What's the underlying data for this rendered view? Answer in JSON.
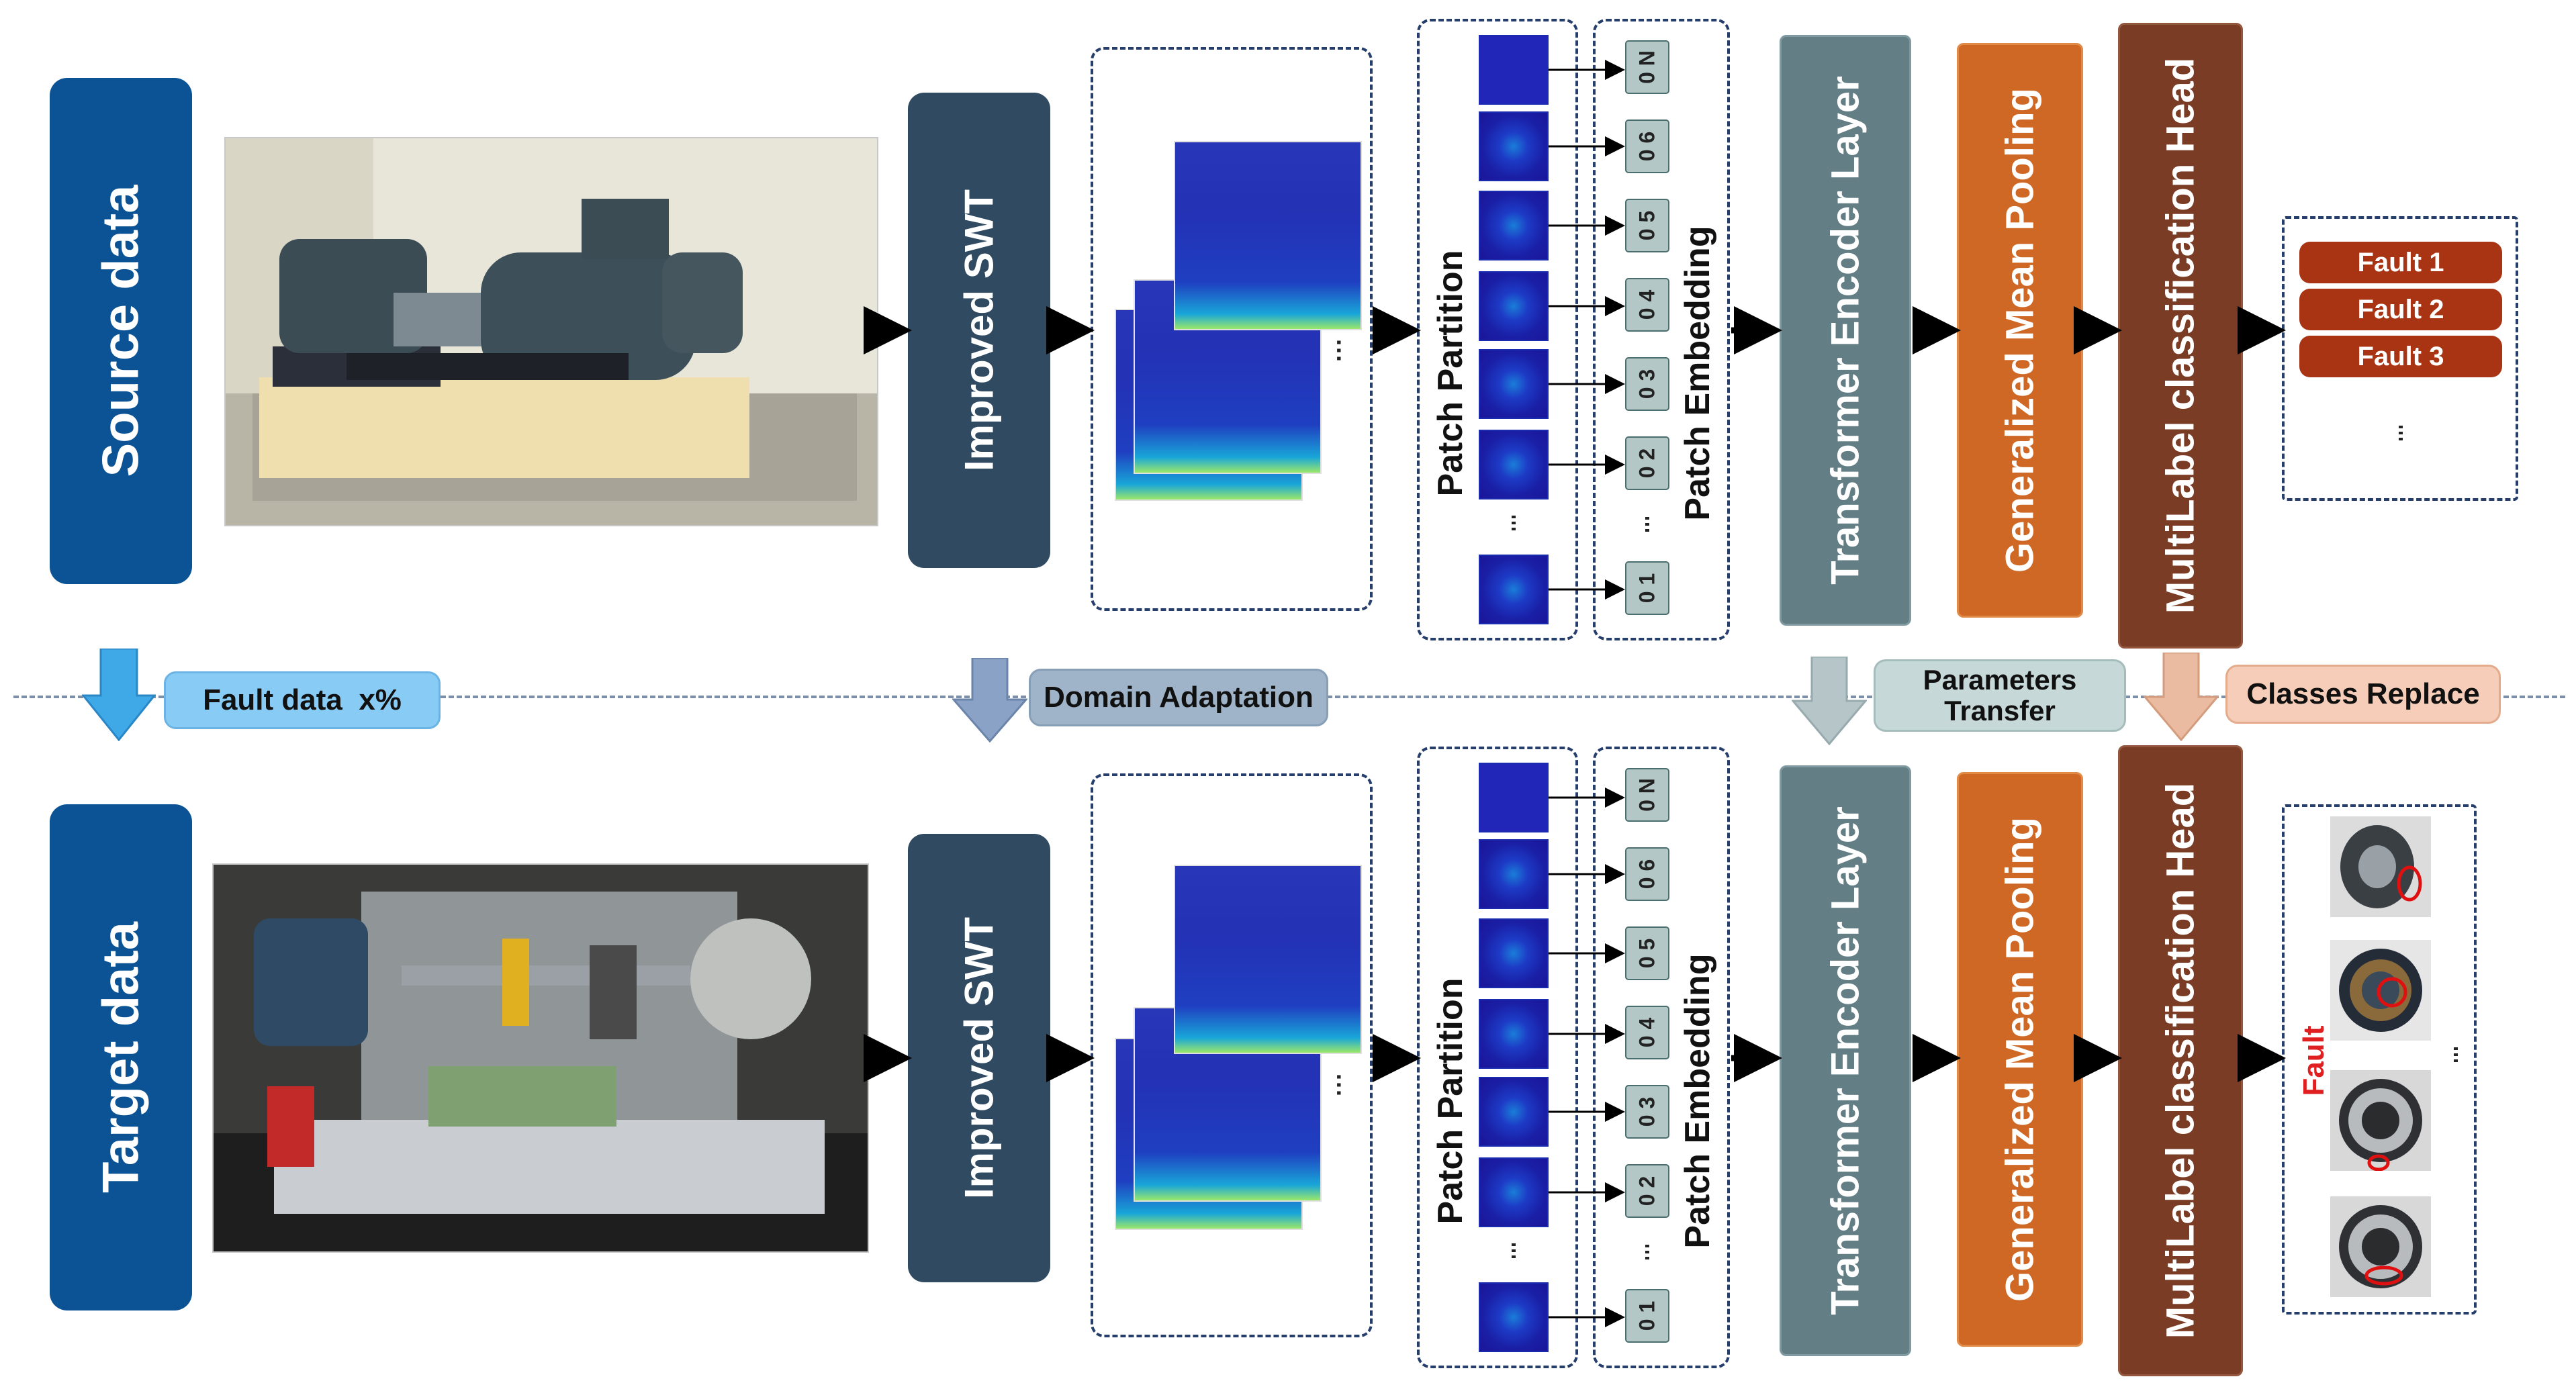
{
  "source_row": {
    "label": "Source data",
    "swt_label": "Improved SWT",
    "patch_partition_label": "Patch Partition",
    "patch_embedding_label": "Patch Embedding",
    "patch_ids": [
      "0 N",
      "0 6",
      "0 5",
      "0 4",
      "0 3",
      "0 2",
      "0 1"
    ],
    "transformer_label": "Transformer Encoder Layer",
    "pooling_label": "Generalized Mean Pooling",
    "head_label": "MultiLabel classification Head",
    "faults": [
      "Fault 1",
      "Fault 2",
      "Fault 3"
    ]
  },
  "target_row": {
    "label": "Target data",
    "swt_label": "Improved SWT",
    "patch_partition_label": "Patch Partition",
    "patch_embedding_label": "Patch Embedding",
    "patch_ids": [
      "0 N",
      "0 6",
      "0 5",
      "0 4",
      "0 3",
      "0 2",
      "0 1"
    ],
    "transformer_label": "Transformer Encoder Layer",
    "pooling_label": "Generalized Mean Pooling",
    "head_label": "MultiLabel classification Head",
    "fault_label": "Fault"
  },
  "transfer_row": {
    "fault_data": "Fault data  x%",
    "domain_adaptation": "Domain Adaptation",
    "parameters_transfer": "Parameters Transfer",
    "classes_replace": "Classes Replace"
  },
  "colors": {
    "data_block": "#0b5394",
    "swt_block": "#2f4a61",
    "transformer_block": "#637f85",
    "pooling_block": "#cf6824",
    "head_block": "#7b3c25",
    "fault_button": "#a93413",
    "fault_data_pill": "#88ccf5",
    "domain_pill": "#9fb4c9",
    "parameters_pill": "#c6d8d8",
    "classes_pill": "#f6cdb8"
  },
  "icons": [
    "down-arrow-icon",
    "right-arrow-icon",
    "photo-rotor-test-rig",
    "photo-bearing-test-rig",
    "bearing-icon"
  ]
}
